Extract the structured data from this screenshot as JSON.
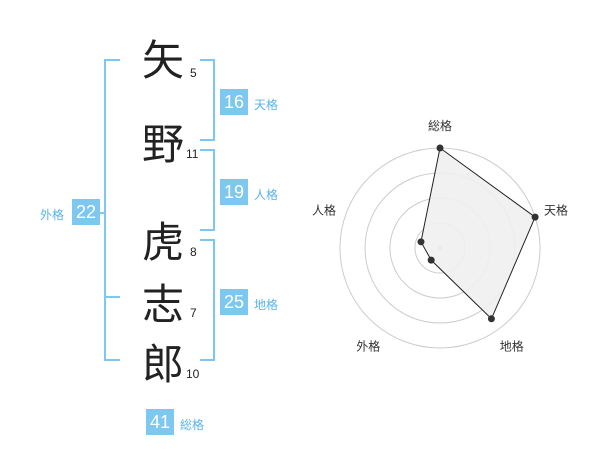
{
  "name": {
    "chars": [
      {
        "char": "矢",
        "strokes": "5"
      },
      {
        "char": "野",
        "strokes": "11"
      },
      {
        "char": "虎",
        "strokes": "8"
      },
      {
        "char": "志",
        "strokes": "7"
      },
      {
        "char": "郎",
        "strokes": "10"
      }
    ]
  },
  "fortunes": {
    "tenkaku": {
      "value": "16",
      "label": "天格"
    },
    "jinkaku": {
      "value": "19",
      "label": "人格"
    },
    "chikaku": {
      "value": "25",
      "label": "地格"
    },
    "gaikaku": {
      "value": "22",
      "label": "外格"
    },
    "soukaku": {
      "value": "41",
      "label": "総格"
    }
  },
  "chart_data": {
    "type": "radar",
    "axes": [
      "総格",
      "天格",
      "地格",
      "外格",
      "人格"
    ],
    "scale_rings": 4,
    "values": [
      4,
      4,
      3.5,
      0.6,
      0.8
    ],
    "max": 4,
    "colors": {
      "bracket": "#7ec8f0",
      "fill": "#f0f0f0",
      "line": "#222222",
      "grid": "#cccccc"
    }
  }
}
